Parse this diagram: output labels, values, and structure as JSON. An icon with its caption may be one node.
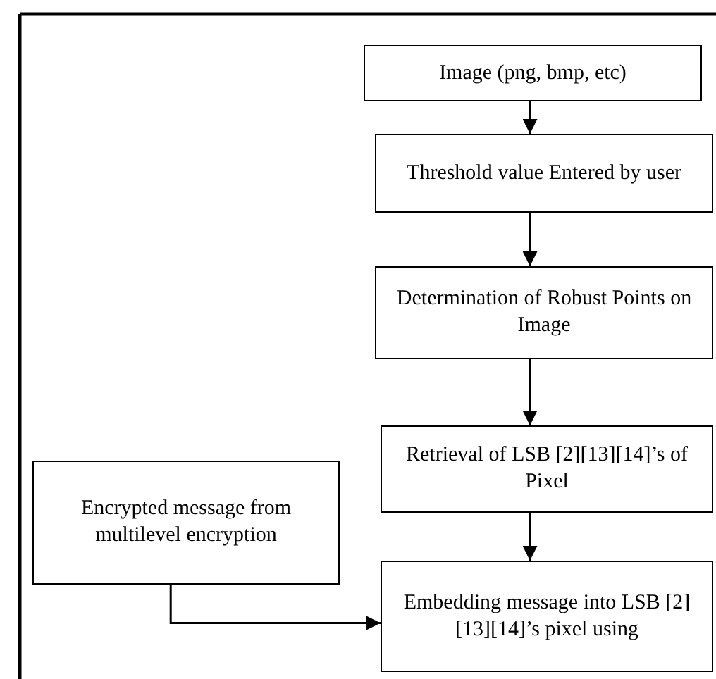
{
  "diagram": {
    "nodes": [
      {
        "text": [
          "Image (png, bmp, etc)"
        ]
      },
      {
        "text": [
          "Threshold value Entered by user"
        ]
      },
      {
        "text": [
          "Determination of Robust Points on Image"
        ]
      },
      {
        "text": [
          "Retrieval of LSB [2][13][14]’s of Pixel"
        ]
      },
      {
        "text": [
          "Encrypted message from multilevel encryption"
        ]
      },
      {
        "text": [
          "Embedding message into LSB [2][13][14]’s pixel using"
        ]
      }
    ],
    "edges": [
      {
        "from": 0,
        "to": 1,
        "arrow": "to"
      },
      {
        "from": 1,
        "to": 2,
        "arrow": "to"
      },
      {
        "from": 2,
        "to": 3,
        "arrow": "to"
      },
      {
        "from": 3,
        "to": 5,
        "arrow": "to"
      },
      {
        "from": 4,
        "to": 5,
        "arrow": "to"
      }
    ]
  }
}
